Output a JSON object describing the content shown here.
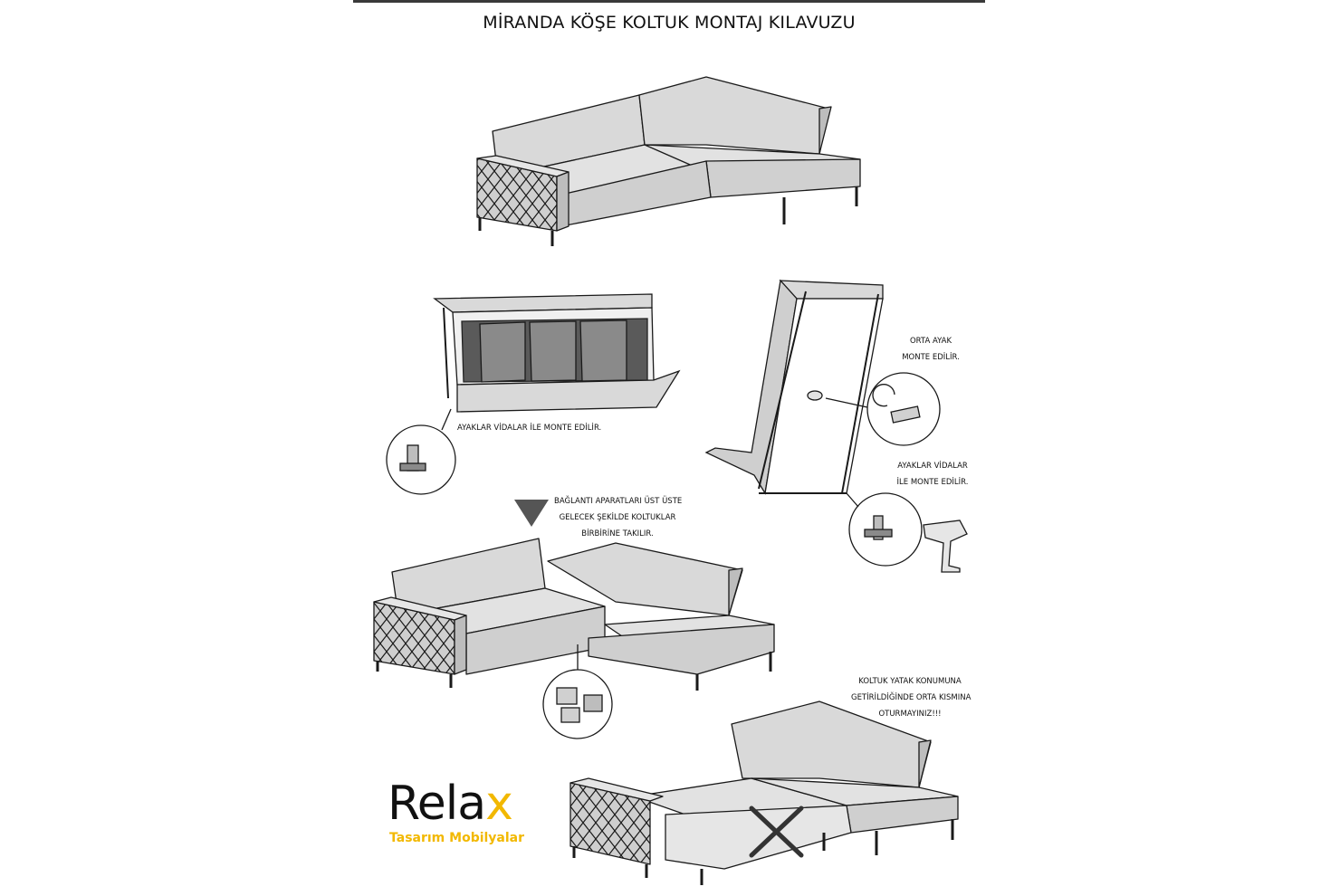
{
  "title": "MİRANDA KÖŞE KOLTUK MONTAJ KILAVUZU",
  "notes": {
    "legs_screws": "AYAKLAR VİDALAR İLE MONTE EDİLİR.",
    "middle_leg_line1": "ORTA AYAK",
    "middle_leg_line2": "MONTE EDİLİR.",
    "legs_screws2_line1": "AYAKLAR VİDALAR",
    "legs_screws2_line2": "İLE MONTE EDİLİR.",
    "connectors_line1": "BAĞLANTI APARATLARI ÜST ÜSTE",
    "connectors_line2": "GELECEK ŞEKİLDE KOLTUKLAR",
    "connectors_line3": "BİRBİRİNE TAKILIR.",
    "warning_line1": "KOLTUK YATAK KONUMUNA",
    "warning_line2": "GETİRİLDİĞİNDE ORTA KISMINA",
    "warning_line3": "OTURMAYINIZ!!!"
  },
  "logo": {
    "word_main": "Rela",
    "word_x": "x",
    "subtitle": "Tasarım Mobilyalar",
    "accent_color": "#f2b800"
  },
  "colors": {
    "fabric": "#d9d9d9",
    "fabric_dark": "#bdbdbd",
    "line": "#1a1a1a",
    "frame": "#4a4a4a"
  }
}
